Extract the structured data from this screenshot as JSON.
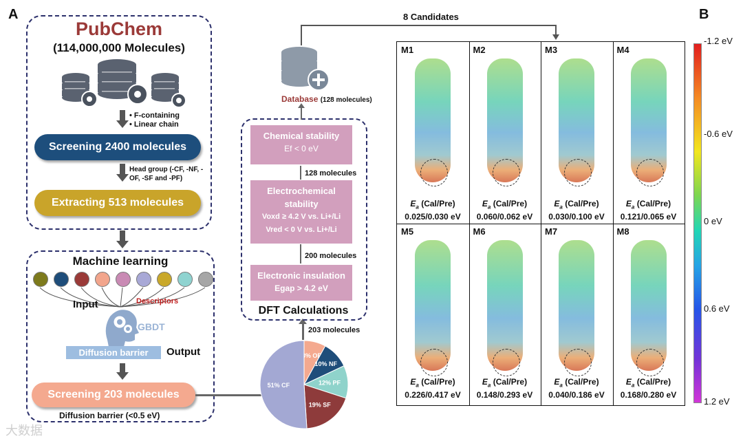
{
  "panels": {
    "a": "A",
    "b": "B"
  },
  "pubchem": {
    "title": "PubChem",
    "subtitle": "(114,000,000 Molecules)",
    "filter1": "F-containing",
    "filter2": "Linear chain"
  },
  "steps": {
    "screen2400": "Screening 2400 molecules",
    "head_group": "Head group (-CF, -NF, -OF, -SF and -PF)",
    "extract513": "Extracting 513 molecules",
    "screen203": "Screening 203 molecules",
    "diffusion_note": "Diffusion barrier (<0.5 eV)"
  },
  "ml": {
    "title": "Machine learning",
    "input": "Input",
    "descriptors": "Descriptors",
    "gbdt": "GBDT",
    "output": "Output",
    "diffusion": "Diffusion barrier",
    "circle_colors": [
      "#7d7a1c",
      "#1e4d7a",
      "#9a3a38",
      "#f2a58c",
      "#c98ab4",
      "#a8a8d6",
      "#c9a82a",
      "#8fd3d0",
      "#a6a6a6"
    ]
  },
  "dft": {
    "title": "DFT Calculations",
    "box1_title": "Chemical stability",
    "box1_line": "Ef < 0 eV",
    "box2_title1": "Electrochemical",
    "box2_title2": "stability",
    "box2_line1": "Voxd ≥ 4.2 V vs. Li+/Li",
    "box2_line2": "Vred < 0 V vs. Li+/Li",
    "box3_title": "Electronic insulation",
    "box3_line": "Egap > 4.2 eV",
    "n128": "128 molecules",
    "n200": "200 molecules",
    "n203": "203 molecules"
  },
  "database": {
    "label": "Database",
    "count": "(128 molecules)",
    "candidates": "8 Candidates"
  },
  "pie": {
    "slices": [
      {
        "label": "8% OF",
        "value": 8,
        "color": "#f4a98f"
      },
      {
        "label": "10% NF",
        "value": 10,
        "color": "#1e4d7a"
      },
      {
        "label": "12% PF",
        "value": 12,
        "color": "#8fd3cb"
      },
      {
        "label": "19% SF",
        "value": 19,
        "color": "#8e3b3b"
      },
      {
        "label": "51% CF",
        "value": 51,
        "color": "#a3a8d3"
      }
    ]
  },
  "molecules": [
    {
      "id": "M1",
      "ea_label": "(Cal/Pre)",
      "values": "0.025/0.030 eV"
    },
    {
      "id": "M2",
      "ea_label": "(Cal/Pre)",
      "values": "0.060/0.062 eV"
    },
    {
      "id": "M3",
      "ea_label": "(Cal/Pre)",
      "values": "0.030/0.100 eV"
    },
    {
      "id": "M4",
      "ea_label": "(Cal/Pre)",
      "values": "0.121/0.065 eV"
    },
    {
      "id": "M5",
      "ea_label": "(Cal/Pre)",
      "values": "0.226/0.417 eV"
    },
    {
      "id": "M6",
      "ea_label": "(Cal/Pre)",
      "values": "0.148/0.293 eV"
    },
    {
      "id": "M7",
      "ea_label": "(Cal/Pre)",
      "values": "0.040/0.186 eV"
    },
    {
      "id": "M8",
      "ea_label": "(Cal/Pre)",
      "values": "0.168/0.280 eV"
    }
  ],
  "colorbar": {
    "ticks": [
      "-1.2 eV",
      "-0.6 eV",
      "0 eV",
      "0.6 eV",
      "1.2 eV"
    ]
  },
  "watermark": "大数据"
}
